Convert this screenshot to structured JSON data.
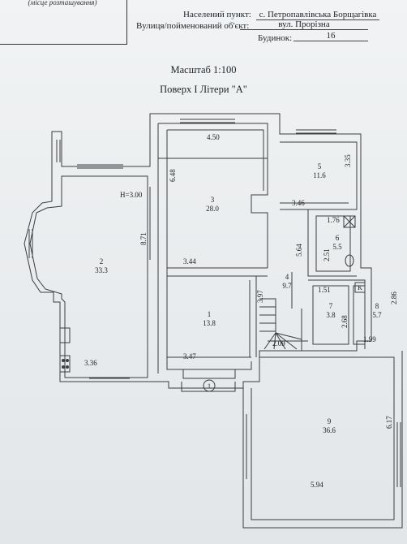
{
  "header": {
    "placement_note": "(місце розташування)",
    "settlement_label": "Населений пункт:",
    "settlement_value": "с. Петропавлівська Борщагівка",
    "street_label": "Вулиця/пойменований об'єкт:",
    "street_value": "вул. Прорізна",
    "house_label": "Будинок:",
    "house_value": "16"
  },
  "scale_title": "Масштаб 1:100",
  "floor_title": "Поверх І Літери \"А\"",
  "ceiling_height": "H=3.00",
  "rooms": [
    {
      "number": "1",
      "area": "13.8"
    },
    {
      "number": "2",
      "area": "33.3"
    },
    {
      "number": "3",
      "area": "28.0"
    },
    {
      "number": "4",
      "area": "9.7"
    },
    {
      "number": "5",
      "area": "11.6"
    },
    {
      "number": "6",
      "area": "5.5"
    },
    {
      "number": "7",
      "area": "3.8"
    },
    {
      "number": "8",
      "area": "5.7"
    },
    {
      "number": "9",
      "area": "36.6"
    }
  ],
  "dimensions": [
    "4.50",
    "6.48",
    "3.35",
    "3.46",
    "8.71",
    "1.76",
    "5.64",
    "2.51",
    "3.44",
    "1.51",
    "2.86",
    "3.97",
    "2.68",
    "1.99",
    "3.47",
    "2.09",
    "3.36",
    "6.17",
    "5.94"
  ],
  "entrance_marker": "1",
  "boiler_marker": "K"
}
